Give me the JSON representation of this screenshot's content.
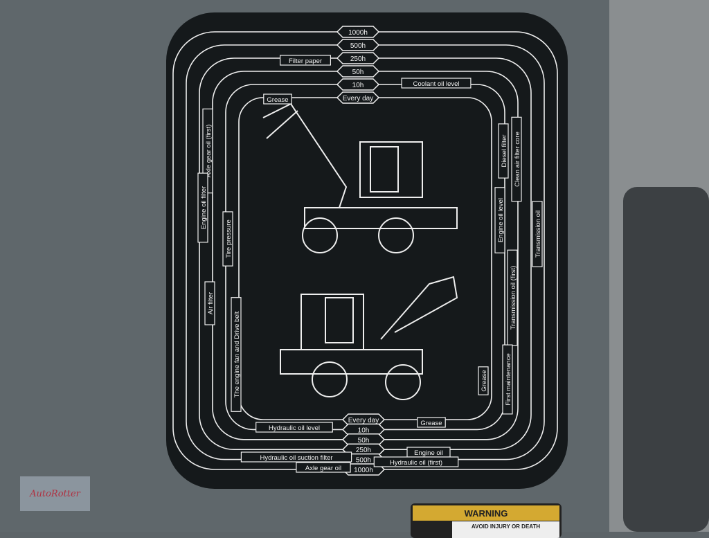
{
  "intervals_top": [
    "1000h",
    "500h",
    "250h",
    "50h",
    "10h",
    "Every day"
  ],
  "intervals_bottom": [
    "Every day",
    "10h",
    "50h",
    "250h",
    "500h",
    "1000h"
  ],
  "labels": {
    "filter_paper": "Filter paper",
    "coolant": "Coolant oil level",
    "grease_top": "Grease",
    "axle_first": "Axle gear oil (first)",
    "engine_oil_filter": "Engine oil filter",
    "tire_pressure": "Tire pressure",
    "air_filter": "Air filter",
    "fan_belt": "The engine fan and Drive belt",
    "diesel_filter": "Diesel filter",
    "clean_air": "Clean air filter core",
    "engine_oil_level": "Engine oil level",
    "transmission_oil": "Transmission oil",
    "transmission_first": "Transmission oil (first)",
    "first_maintenance": "First maintenance",
    "grease_right": "Grease",
    "grease_bottom": "Grease",
    "hydraulic_level": "Hydraulic oil level",
    "hydraulic_suction": "Hydraulic oil suction filter",
    "axle_gear_oil": "Axle gear oil",
    "engine_oil": "Engine oil",
    "hydraulic_first": "Hydraulic oil (first)"
  },
  "warning": {
    "title": "WARNING",
    "subtitle": "AVOID INJURY OR DEATH"
  },
  "logo": "AutoRotter",
  "colors": {
    "panel": "#5d6468",
    "sticker": "#15191b",
    "line": "#f2f2f2",
    "warning": "#d4a931"
  }
}
